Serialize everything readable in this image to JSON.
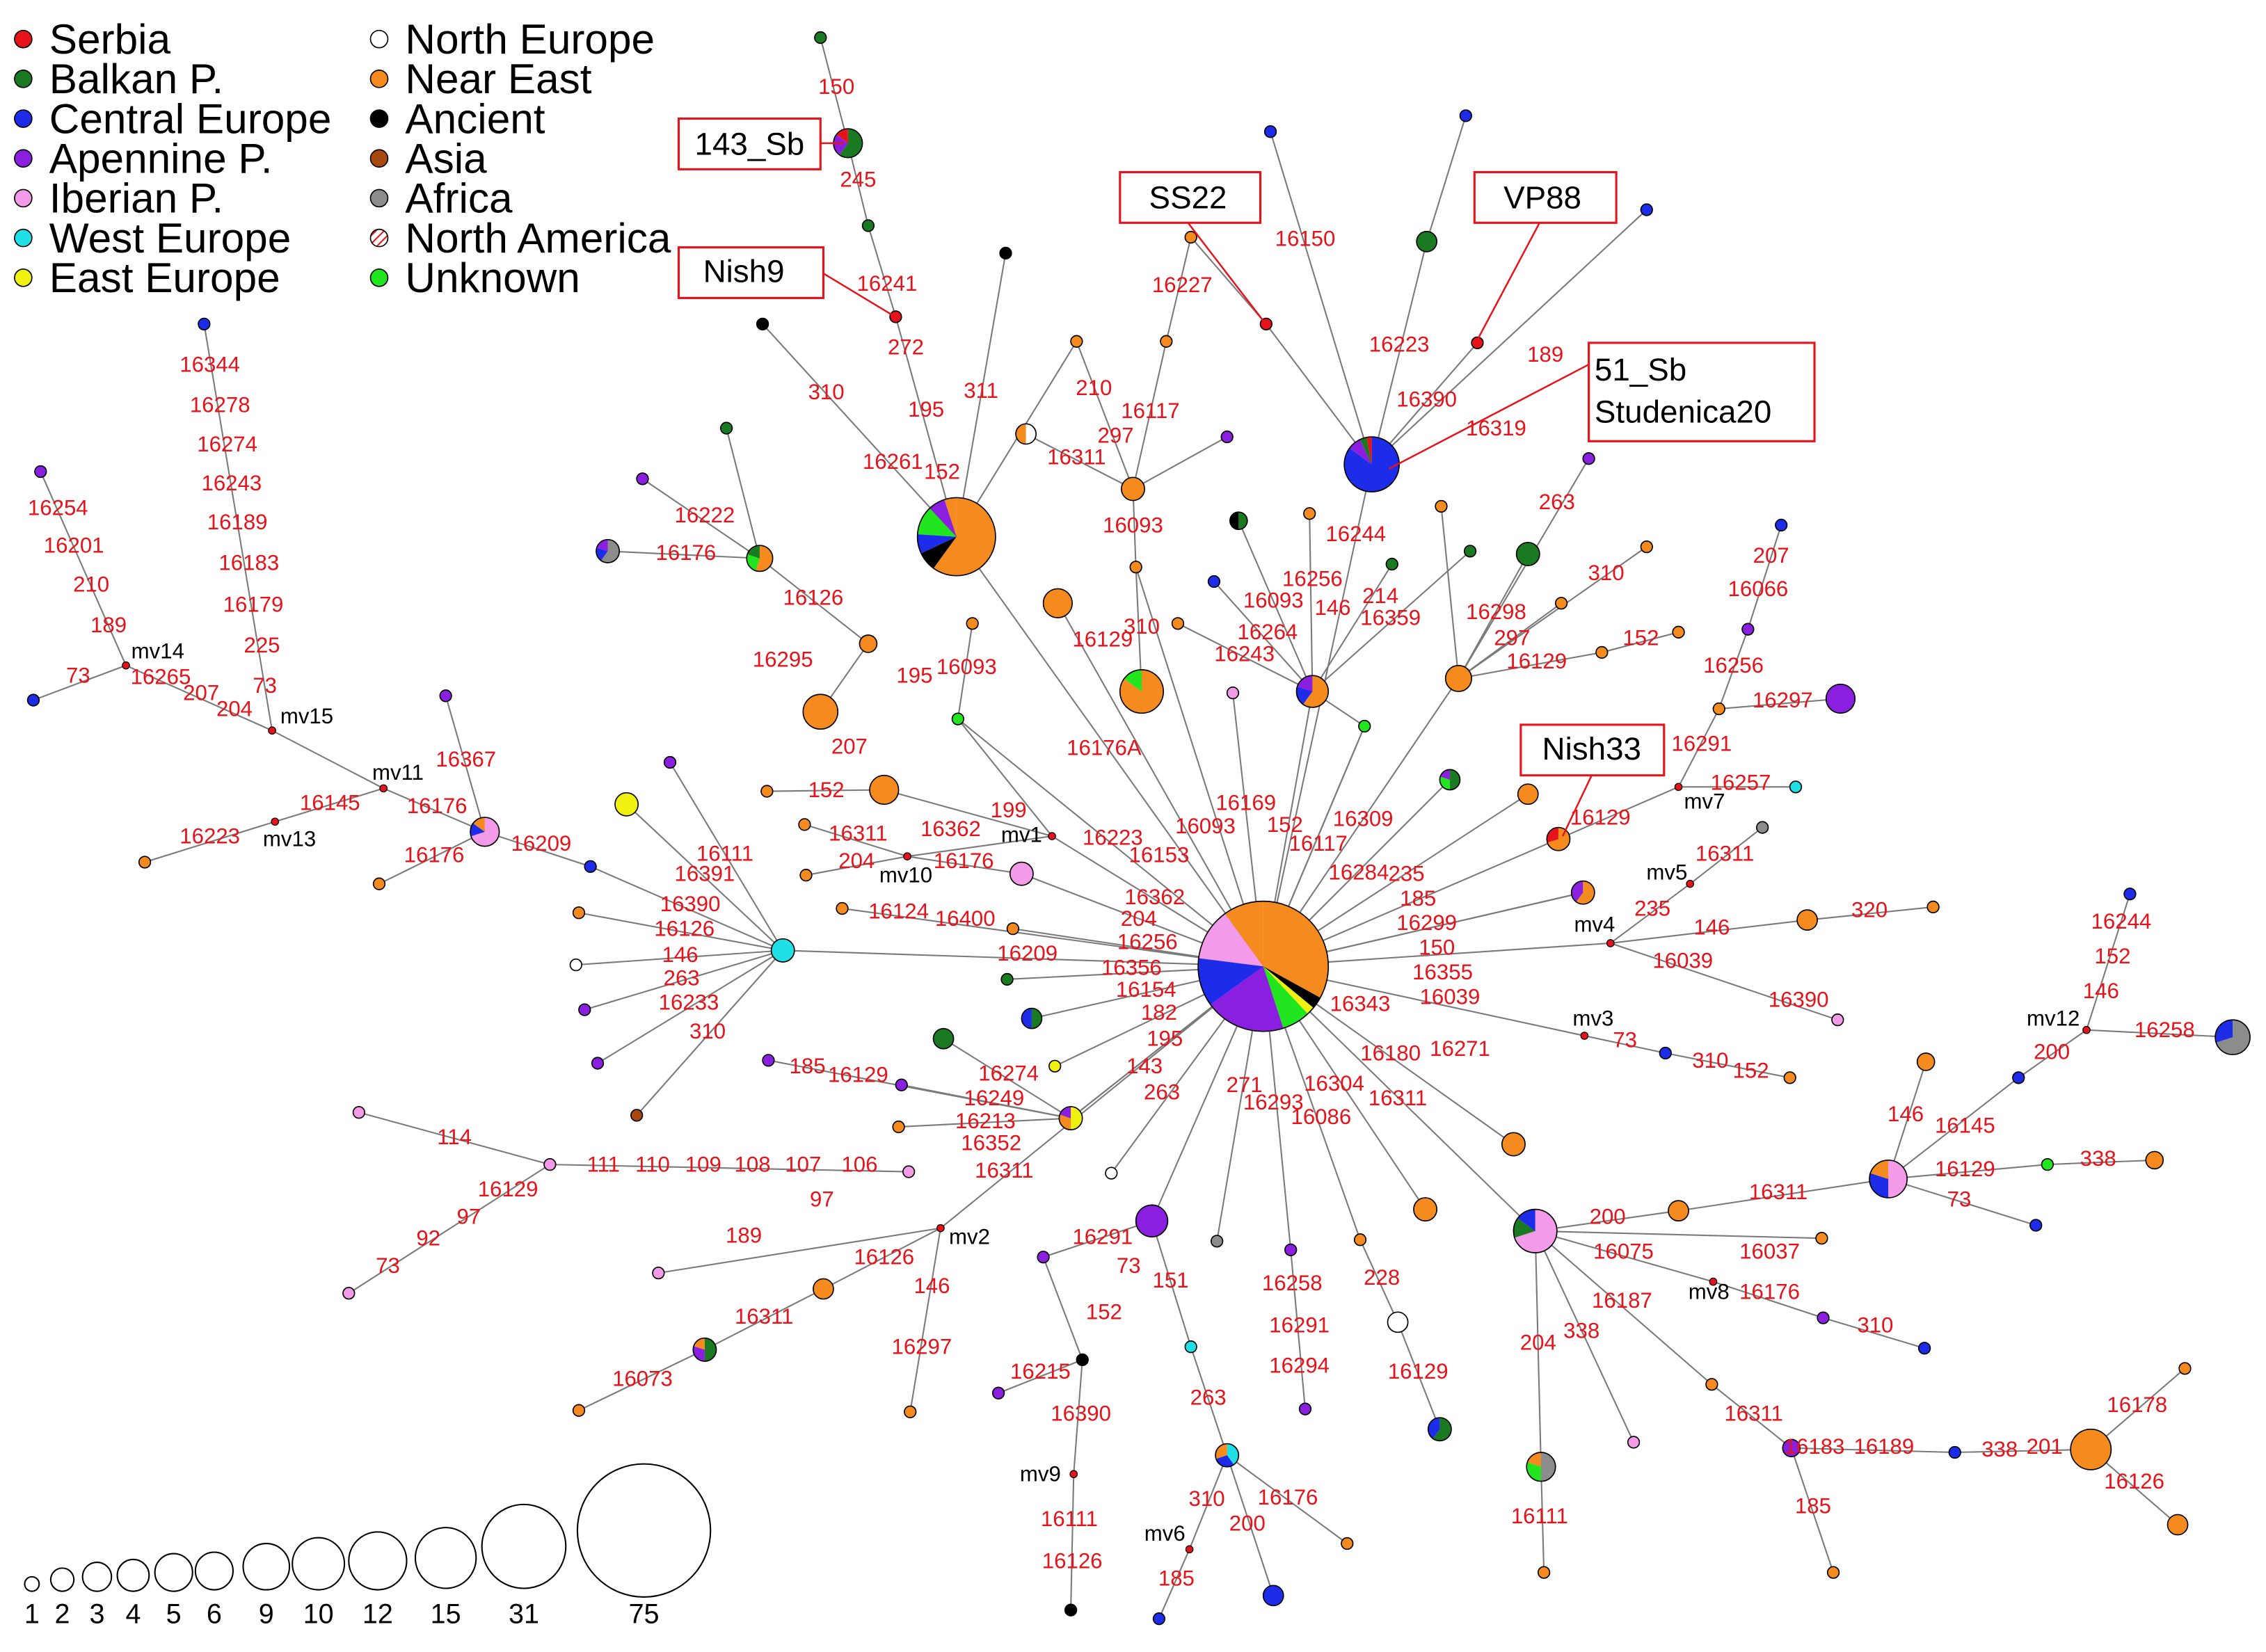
{
  "legend": [
    {
      "label": "Serbia",
      "color": "#e6131b"
    },
    {
      "label": "Balkan P.",
      "color": "#1a7a21"
    },
    {
      "label": "Central Europe",
      "color": "#1d2ce8"
    },
    {
      "label": "Apennine P.",
      "color": "#8b1fe0"
    },
    {
      "label": "Iberian P.",
      "color": "#f39ae8"
    },
    {
      "label": "West Europe",
      "color": "#1fe0e6"
    },
    {
      "label": "East Europe",
      "color": "#f1f10f"
    },
    {
      "label": "North Europe",
      "color": "#ffffff"
    },
    {
      "label": "Near East",
      "color": "#f58a1f"
    },
    {
      "label": "Ancient",
      "color": "#000000"
    },
    {
      "label": "Asia",
      "color": "#a6480f"
    },
    {
      "label": "Africa",
      "color": "#8c8c8c"
    },
    {
      "label": "North America",
      "color": "hatched-red"
    },
    {
      "label": "Unknown",
      "color": "#21e61f"
    }
  ],
  "size_scale": [
    "1",
    "2",
    "3",
    "4",
    "5",
    "6",
    "9",
    "10",
    "12",
    "15",
    "31",
    "75"
  ],
  "callouts": [
    "143_Sb",
    "Nish9",
    "SS22",
    "VP88",
    "51_Sb",
    "Studenica20",
    "Nish33"
  ],
  "median_vectors": [
    "mv1",
    "mv2",
    "mv3",
    "mv4",
    "mv5",
    "mv6",
    "mv7",
    "mv8",
    "mv9",
    "mv10",
    "mv11",
    "mv12",
    "mv13",
    "mv14",
    "mv15"
  ],
  "mutations": [
    "150",
    "245",
    "16241",
    "272",
    "195",
    "311",
    "310",
    "16261",
    "152",
    "16227",
    "210",
    "16117",
    "297",
    "16311",
    "16093",
    "16150",
    "16223",
    "16390",
    "16319",
    "189",
    "16344",
    "16278",
    "16274",
    "16243",
    "16189",
    "16183",
    "16179",
    "225",
    "73",
    "204",
    "207",
    "16265",
    "16254",
    "16201",
    "210",
    "189",
    "73",
    "16222",
    "16176",
    "16126",
    "16295",
    "207",
    "195",
    "16093",
    "16129",
    "310",
    "16244",
    "16256",
    "16093",
    "16264",
    "16243",
    "146",
    "214",
    "16359",
    "263",
    "16298",
    "297",
    "16129",
    "310",
    "152",
    "207",
    "16066",
    "16256",
    "16297",
    "16291",
    "16257",
    "16367",
    "16176",
    "16209",
    "16145",
    "16223",
    "16176",
    "16111",
    "16391",
    "16390",
    "16126",
    "146",
    "263",
    "16233",
    "310",
    "152",
    "16311",
    "204",
    "16362",
    "16176",
    "199",
    "16124",
    "16400",
    "16176A",
    "16223",
    "16153",
    "16169",
    "16093",
    "152",
    "16117",
    "16309",
    "16284",
    "235",
    "185",
    "16299",
    "150",
    "16355",
    "16343",
    "16039",
    "16362",
    "204",
    "16256",
    "16209",
    "16356",
    "16154",
    "182",
    "195",
    "16129",
    "16311",
    "235",
    "146",
    "16039",
    "16390",
    "320",
    "73",
    "310",
    "152",
    "16244",
    "152",
    "146",
    "200",
    "16258",
    "16274",
    "16249",
    "16213",
    "16352",
    "16311",
    "185",
    "16129",
    "114",
    "111",
    "110",
    "109",
    "108",
    "107",
    "106",
    "16129",
    "97",
    "92",
    "73",
    "97",
    "189",
    "143",
    "263",
    "271",
    "16293",
    "16304",
    "16086",
    "16180",
    "16311",
    "16271",
    "16126",
    "146",
    "16297",
    "16311",
    "16073",
    "16291",
    "73",
    "151",
    "152",
    "16215",
    "16390",
    "16111",
    "16126",
    "263",
    "310",
    "16176",
    "200",
    "185",
    "16258",
    "16291",
    "16294",
    "228",
    "16129",
    "200",
    "16075",
    "16187",
    "204",
    "338",
    "16111",
    "16037",
    "16176",
    "310",
    "16311",
    "16145",
    "16129",
    "73",
    "146",
    "338",
    "16311",
    "16183",
    "16189",
    "338",
    "201",
    "16178",
    "16126",
    "185"
  ]
}
